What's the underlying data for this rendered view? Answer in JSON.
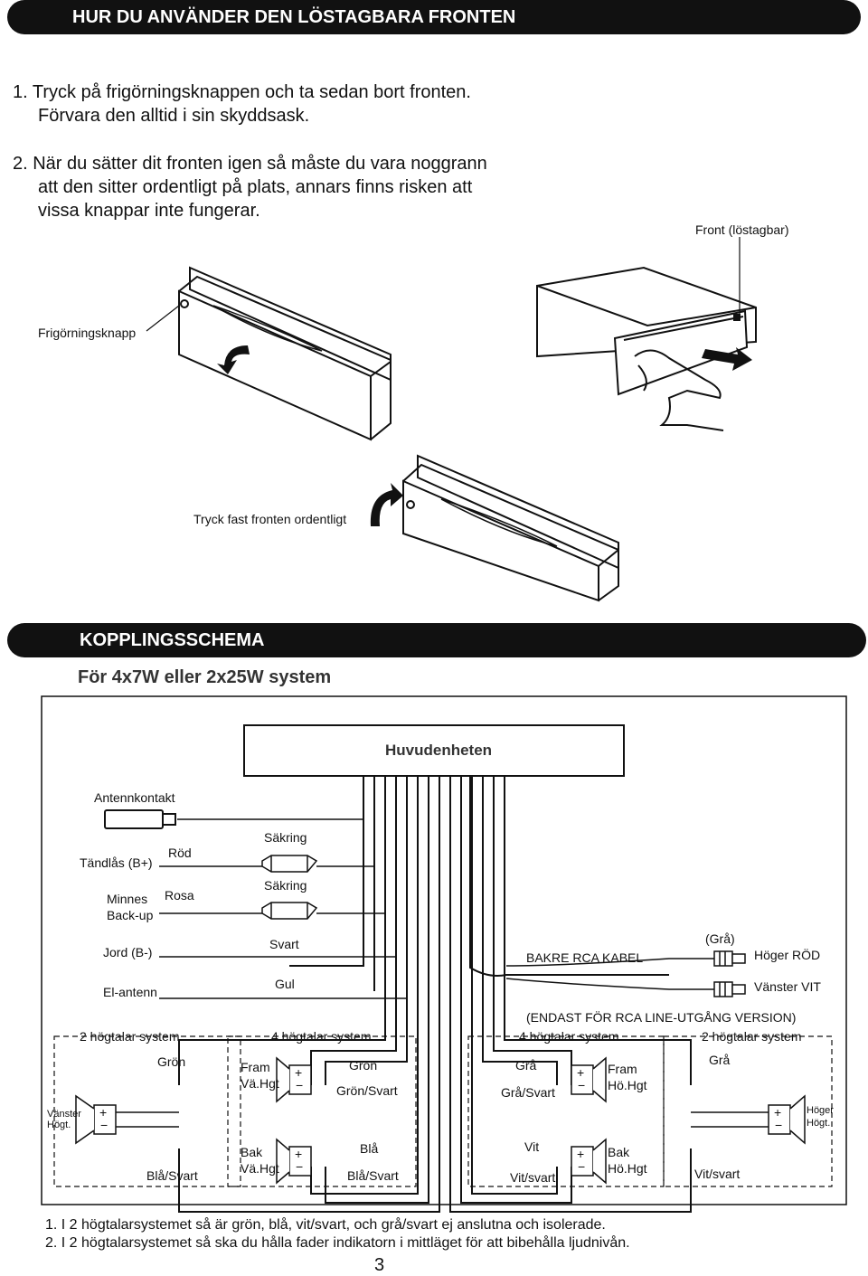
{
  "section1": {
    "title": "HUR DU ANVÄNDER DEN LÖSTAGBARA FRONTEN",
    "step1_line1": "1.  Tryck på frigörningsknappen och ta sedan bort fronten.",
    "step1_line2": "Förvara den alltid i sin skyddsask.",
    "step2_line1": "2.  När du sätter dit fronten igen så måste du vara noggrann",
    "step2_line2": "att den sitter ordentligt på plats, annars finns risken att",
    "step2_line3": "vissa knappar inte fungerar.",
    "label_front": "Front  (löstagbar)",
    "label_release": "Frigörningsknapp",
    "label_push": "Tryck  fast  fronten  ordentligt"
  },
  "section2": {
    "title": "KOPPLINGSSCHEMA",
    "subtitle": "För 4x7W eller 2x25W system",
    "head_unit": "Huvudenheten",
    "antenna": "Antennkontakt",
    "ignition": "Tändlås  (B+)",
    "red": "Röd",
    "fuse1": "Säkring",
    "fuse2": "Säkring",
    "memory1": "Minnes",
    "memory2": "Back-up",
    "pink": "Rosa",
    "ground": "Jord  (B-)",
    "black": "Svart",
    "rca_cable": "BAKRE RCA KABEL",
    "grey_paren": "(Grå)",
    "right_red": "Höger RÖD",
    "el_antenna": "El-antenn",
    "yellow": "Gul",
    "left_white": "Vänster  VIT",
    "rca_note": "(ENDAST FÖR RCA LINE-UTGÅNG VERSION)",
    "sys2_left": "2 högtalar system",
    "sys4_left": "4 högtalar system",
    "sys4_right": "4 högtalar system",
    "sys2_right": "2 högtalar system",
    "green1": "Grön",
    "front_left1": "Fram",
    "front_left2": "Vä.Hgt",
    "green2": "Grön",
    "green_black": "Grön/Svart",
    "grey1": "Grå",
    "grey_black": "Grå/Svart",
    "front_right1": "Fram",
    "front_right2": "Hö.Hgt",
    "grey2": "Grå",
    "left_spk1": "Vänster",
    "left_spk2": "Högt.",
    "right_spk1": "Höger",
    "right_spk2": "Högt.",
    "rear_left1": "Bak",
    "rear_left2": "Vä.Hgt",
    "blue": "Blå",
    "white": "Vit",
    "rear_right1": "Bak",
    "rear_right2": "Hö.Hgt",
    "blue_black1": "Blå/Svart",
    "blue_black2": "Blå/Svart",
    "white_black1": "Vit/svart",
    "white_black2": "Vit/svart",
    "plus": "+",
    "minus": "−"
  },
  "notes": {
    "note1": "1.  I 2 högtalarsystemet så är grön, blå, vit/svart, och grå/svart ej anslutna och isolerade.",
    "note2": "2.  I 2 högtalarsystemet så ska du hålla fader indikatorn i mittläget för att bibehålla ljudnivån."
  },
  "page_number": "3"
}
